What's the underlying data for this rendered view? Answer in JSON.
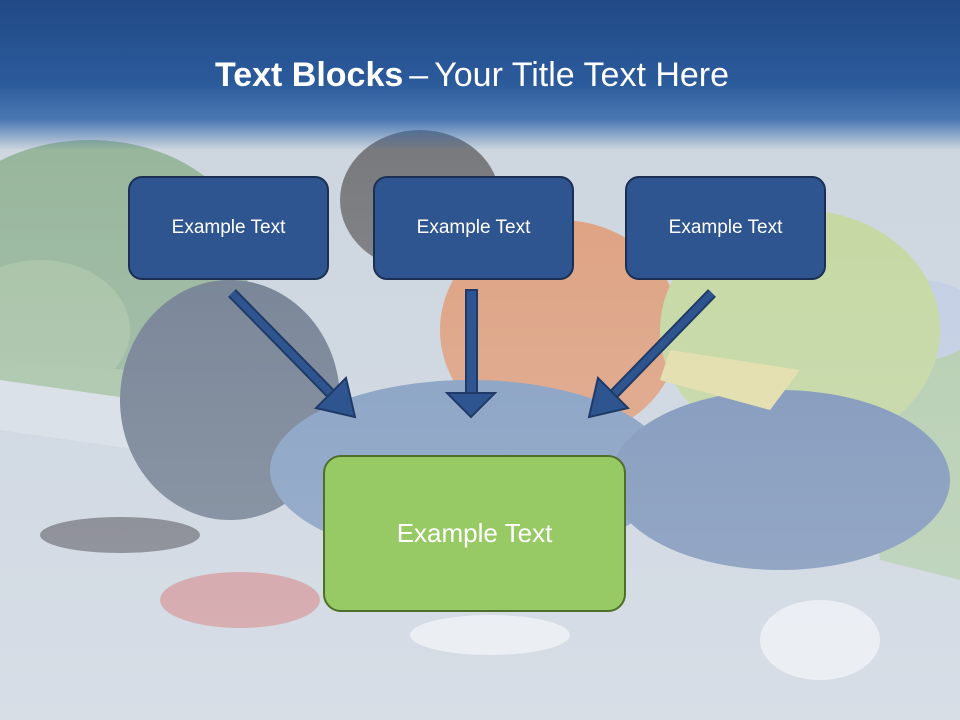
{
  "slide": {
    "title_bold": "Text Blocks",
    "title_dash": "–",
    "title_rest": "Your Title Text Here"
  },
  "blocks": [
    {
      "label": "Example Text"
    },
    {
      "label": "Example Text"
    },
    {
      "label": "Example Text"
    }
  ],
  "target": {
    "label": "Example Text"
  },
  "colors": {
    "title_band": "#2b5a9b",
    "box_fill": "#2f5590",
    "box_border": "#1b2f52",
    "target_fill": "#97c964",
    "target_border": "#4f6e2b",
    "arrow": "#2f5590"
  }
}
